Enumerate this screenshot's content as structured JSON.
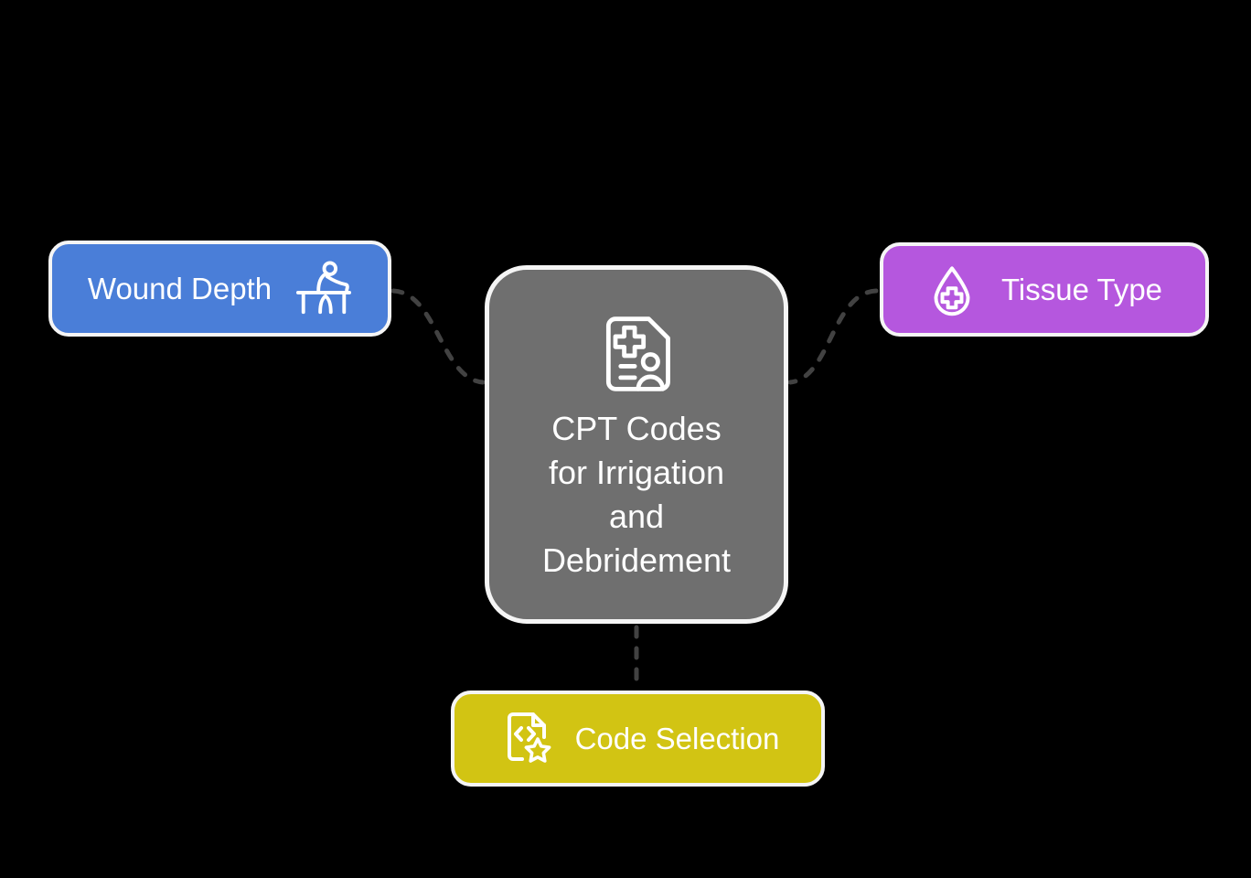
{
  "diagram": {
    "background_color": "#000000",
    "text_color": "#ffffff",
    "node_border_color": "#f5f5f5",
    "connector": {
      "color": "#424242",
      "style": "dashed"
    },
    "center_node": {
      "id": "cpt-codes",
      "label": "CPT Codes for Irrigation and Debridement",
      "label_lines": [
        "CPT Codes",
        "for Irrigation",
        "and",
        "Debridement"
      ],
      "icon": "medical-record-icon",
      "color": "#6f6f6f"
    },
    "nodes": [
      {
        "id": "wound-depth",
        "label": "Wound Depth",
        "icon": "person-at-desk-icon",
        "icon_position": "right",
        "color": "#4a7ed8"
      },
      {
        "id": "tissue-type",
        "label": "Tissue Type",
        "icon": "droplet-cross-icon",
        "icon_position": "left",
        "color": "#b557de"
      },
      {
        "id": "code-selection",
        "label": "Code Selection",
        "icon": "document-code-star-icon",
        "icon_position": "left",
        "color": "#d2c413"
      }
    ]
  }
}
